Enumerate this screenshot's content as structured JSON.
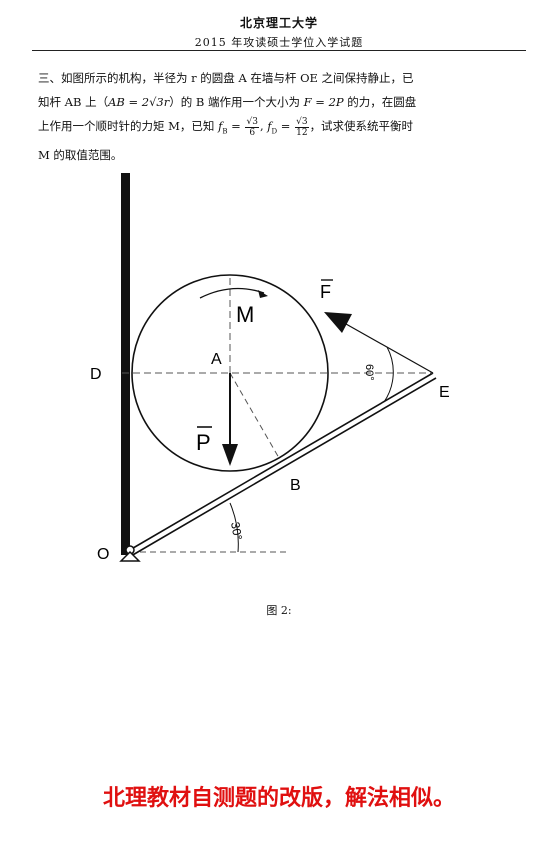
{
  "header": {
    "university": "北京理工大学",
    "exam_title": "2015 年攻读硕士学位入学试题"
  },
  "problem": {
    "line1": "三、如图所示的机构，半径为 r 的圆盘 A 在墙与杆 OE 之间保持静止，已",
    "line2_pre": "知杆 AB 上（",
    "line2_math": "AB = 2√3r",
    "line2_post": "）的 B 端作用一个大小为 ",
    "line2_force": "F = 2P",
    "line2_end": " 的力，在圆盘",
    "line3_pre": "上作用一个顺时针的力矩 M，已知 ",
    "fb_label": "f",
    "fb_sub": "B",
    "fb_num": "√3",
    "fb_den": "6",
    "fd_label": "f",
    "fd_sub": "D",
    "fd_num": "√3",
    "fd_den": "12",
    "line3_end": "，试求使系统平衡时",
    "line4": "M 的取值范围。"
  },
  "figure": {
    "labels": {
      "M": "M",
      "F": "F",
      "A": "A",
      "D": "D",
      "E": "E",
      "P": "P",
      "B": "B",
      "O": "O",
      "angle_60": "60°",
      "angle_30": "30°"
    },
    "caption": "图 2:"
  },
  "note": "北理教材自测题的改版，解法相似。",
  "colors": {
    "note": "#e01010",
    "ink": "#111111"
  }
}
